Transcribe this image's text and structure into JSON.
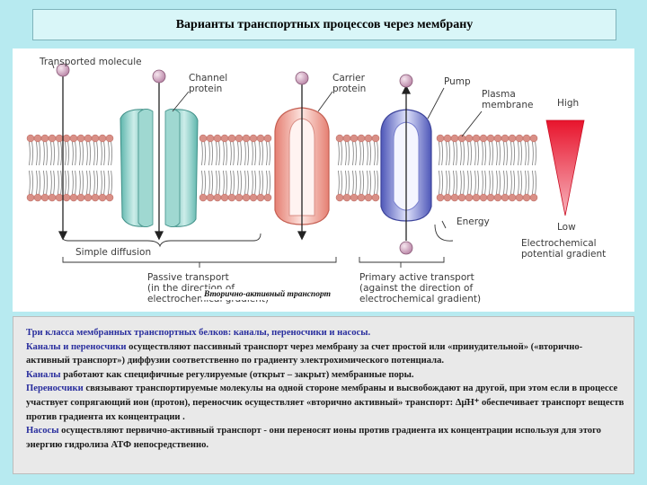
{
  "title": "Варианты транспортных процессов через мембрану",
  "figure": {
    "labels": {
      "transported_molecule": "Transported molecule",
      "channel_line1": "Channel",
      "channel_line2": "protein",
      "carrier_line1": "Carrier",
      "carrier_line2": "protein",
      "pump": "Pump",
      "plasma_line1": "Plasma",
      "plasma_line2": "membrane",
      "high": "High",
      "low": "Low",
      "energy": "Energy",
      "gradient_line1": "Electrochemical",
      "gradient_line2": "potential gradient",
      "simple_diffusion": "Simple diffusion",
      "passive_line1": "Passive transport",
      "passive_line2": "(in the direction of",
      "passive_line3": "electrochemical gradient)",
      "primary_line1": "Primary active transport",
      "primary_line2": "(against the direction of",
      "primary_line3": "electrochemical gradient)"
    },
    "inset_label": "Вторично-активный транспорт",
    "colors": {
      "lipid_head": "#d98f86",
      "lipid_tail": "#8c8c8c",
      "channel_protein": "#8fcfc9",
      "carrier_protein": "#f4b7ad",
      "pump_protein": "#8f96d9",
      "molecule": "#d9b1c9",
      "gradient_arrow": "#e8142c"
    }
  },
  "text": {
    "heading": "Три класса мембранных транспортных белков: каналы, переносчики и насосы.",
    "p1_lead": "Каналы и переносчики",
    "p1_rest": " осуществляют пассивный транспорт через мембрану за счет простой или «принудительной» («вторично-активный транспорт») диффузии соответственно по градиенту электрохимического потенциала.",
    "p2_lead": "Каналы",
    "p2_rest": " работают как специфичные регулируемые (открыт – закрыт) мембранные поры.",
    "p3_lead": "Переносчики",
    "p3_rest": " связывают транспортируемые молекулы на одной стороне мембраны и высвобождают на другой, при этом если в процессе участвует сопрягающий ион (протон), переносчик осуществляет «вторично активный» транспорт: Δμ̄H⁺ обеспечивает транспорт веществ против градиента их концентрации .",
    "p4_lead": "Насосы",
    "p4_rest": " осуществляют первично-активный транспорт - они переносят ионы против градиента их концентрации используя для этого энергию гидролиза АТФ непосредственно."
  }
}
